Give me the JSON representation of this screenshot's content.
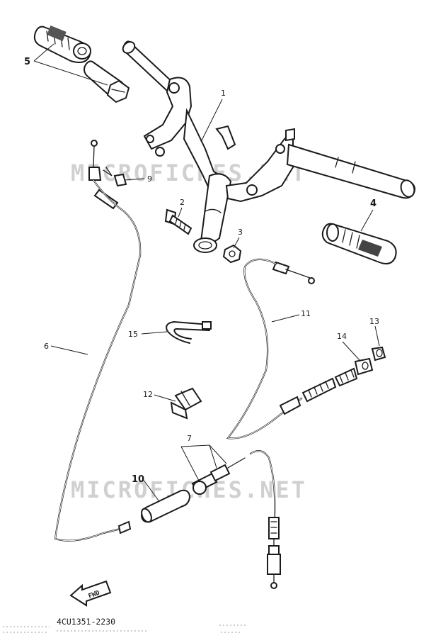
{
  "watermark": "MICROFICHES.NET",
  "part_code": "4CU1351-2230",
  "fwd_label": "FWD",
  "callouts": {
    "c1": "1",
    "c2": "2",
    "c3": "3",
    "c4": "4",
    "c5": "5",
    "c6": "6",
    "c7": "7",
    "c9": "9",
    "c10": "10",
    "c11": "11",
    "c12": "12",
    "c13": "13",
    "c14": "14",
    "c15": "15"
  }
}
